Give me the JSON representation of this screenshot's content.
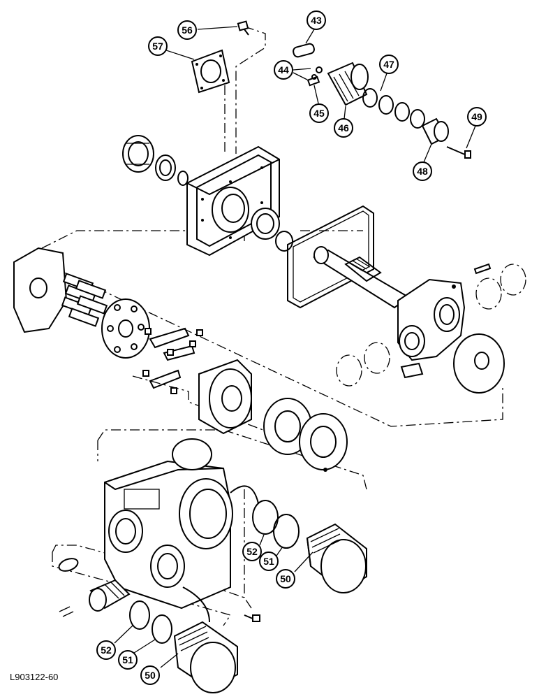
{
  "figure_code": "L903122-60",
  "callouts": [
    {
      "id": "c43",
      "label": "43"
    },
    {
      "id": "c44",
      "label": "44"
    },
    {
      "id": "c45",
      "label": "45"
    },
    {
      "id": "c46",
      "label": "46"
    },
    {
      "id": "c47",
      "label": "47"
    },
    {
      "id": "c48",
      "label": "48"
    },
    {
      "id": "c49",
      "label": "49"
    },
    {
      "id": "c50a",
      "label": "50"
    },
    {
      "id": "c50b",
      "label": "50"
    },
    {
      "id": "c51a",
      "label": "51"
    },
    {
      "id": "c51b",
      "label": "51"
    },
    {
      "id": "c52a",
      "label": "52"
    },
    {
      "id": "c52b",
      "label": "52"
    },
    {
      "id": "c56",
      "label": "56"
    },
    {
      "id": "c57",
      "label": "57"
    }
  ]
}
